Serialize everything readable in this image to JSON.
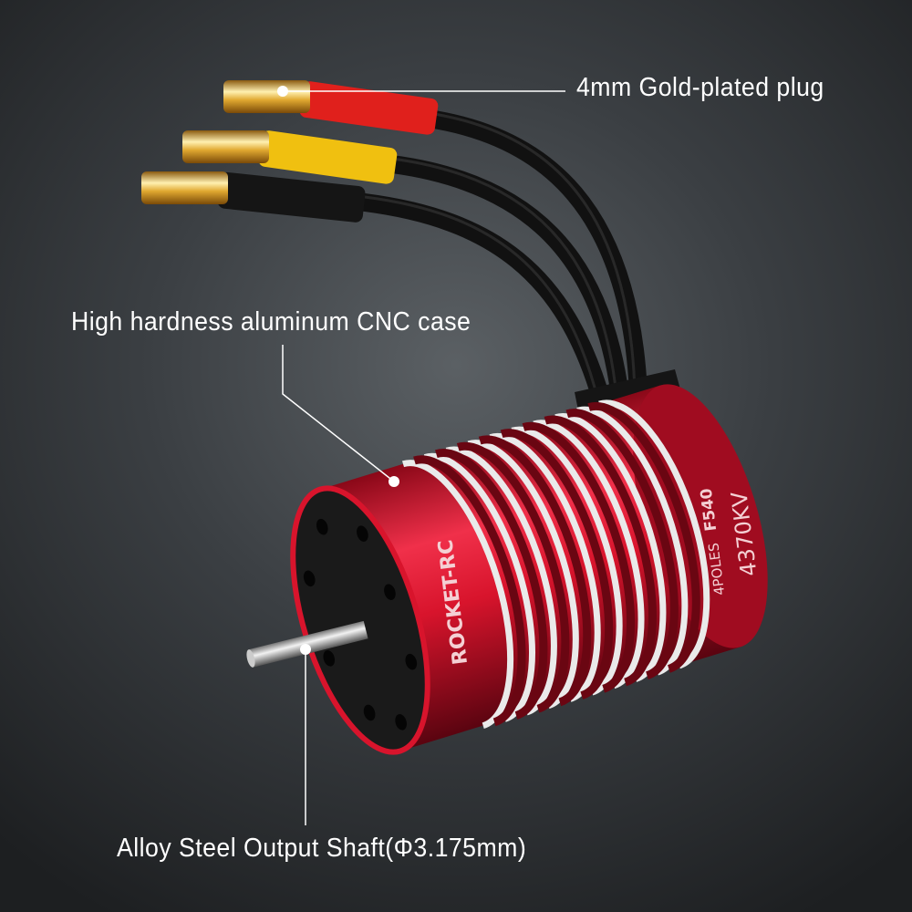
{
  "callouts": {
    "plug": "4mm Gold-plated plug",
    "case": "High hardness aluminum CNC case",
    "shaft": "Alloy Steel Output Shaft(Φ3.175mm)"
  },
  "motor_markings": {
    "brand": "ROCKET-RC",
    "poles": "4POLES",
    "model": "F540",
    "kv": "4370KV"
  },
  "colors": {
    "case_red": "#d8142c",
    "fin_silver": "#e8e8e8",
    "plug_gold": "#e0a830",
    "heat_shrink_red": "#e0201c",
    "heat_shrink_yellow": "#f0c010"
  }
}
